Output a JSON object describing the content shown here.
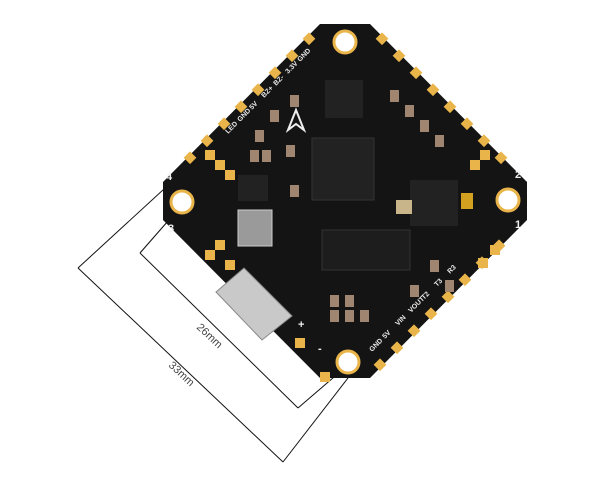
{
  "dimensions": {
    "outer": "33mm",
    "inner": "26mm"
  },
  "motor_labels": [
    "1",
    "2",
    "3",
    "4"
  ],
  "pad_labels_top_left": [
    "GND",
    "3.3V",
    "BZ-",
    "BZ+",
    "5V",
    "GND",
    "LED"
  ],
  "pad_labels_bottom_right": [
    "GND",
    "5V",
    "VIN",
    "VOUT",
    "T2",
    "T3",
    "R3"
  ],
  "polarity": {
    "plus": "+",
    "minus": "-"
  },
  "colors": {
    "board": "#141414",
    "pad": "#e9b54a",
    "chip": "#222222"
  }
}
